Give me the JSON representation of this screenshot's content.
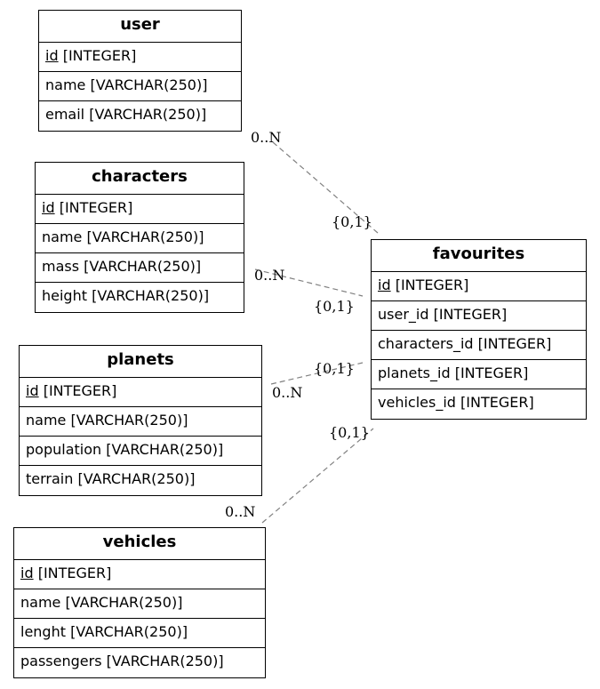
{
  "entities": {
    "user": {
      "title": "user",
      "fields": [
        {
          "name": "id",
          "type": "[INTEGER]"
        },
        {
          "name": "name",
          "type": "[VARCHAR(250)]"
        },
        {
          "name": "email",
          "type": "[VARCHAR(250)]"
        }
      ]
    },
    "characters": {
      "title": "characters",
      "fields": [
        {
          "name": "id",
          "type": "[INTEGER]"
        },
        {
          "name": "name",
          "type": "[VARCHAR(250)]"
        },
        {
          "name": "mass",
          "type": "[VARCHAR(250)]"
        },
        {
          "name": "height",
          "type": "[VARCHAR(250)]"
        }
      ]
    },
    "planets": {
      "title": "planets",
      "fields": [
        {
          "name": "id",
          "type": "[INTEGER]"
        },
        {
          "name": "name",
          "type": "[VARCHAR(250)]"
        },
        {
          "name": "population",
          "type": "[VARCHAR(250)]"
        },
        {
          "name": "terrain",
          "type": "[VARCHAR(250)]"
        }
      ]
    },
    "vehicles": {
      "title": "vehicles",
      "fields": [
        {
          "name": "id",
          "type": "[INTEGER]"
        },
        {
          "name": "name",
          "type": "[VARCHAR(250)]"
        },
        {
          "name": "lenght",
          "type": "[VARCHAR(250)]"
        },
        {
          "name": "passengers",
          "type": "[VARCHAR(250)]"
        }
      ]
    },
    "favourites": {
      "title": "favourites",
      "fields": [
        {
          "name": "id",
          "type": "[INTEGER]"
        },
        {
          "name": "user_id",
          "type": "[INTEGER]"
        },
        {
          "name": "characters_id",
          "type": "[INTEGER]"
        },
        {
          "name": "planets_id",
          "type": "[INTEGER]"
        },
        {
          "name": "vehicles_id",
          "type": "[INTEGER]"
        }
      ]
    }
  },
  "relations": {
    "user_favourites": {
      "from": "0..N",
      "to": "{0,1}"
    },
    "characters_favourites": {
      "from": "0..N",
      "to": "{0,1}"
    },
    "planets_favourites": {
      "from": "0..N",
      "to": "{0,1}"
    },
    "vehicles_favourites": {
      "from": "0..N",
      "to": "{0,1}"
    }
  },
  "colors": {
    "edge": "#808080",
    "border": "#000000",
    "background": "#ffffff"
  }
}
